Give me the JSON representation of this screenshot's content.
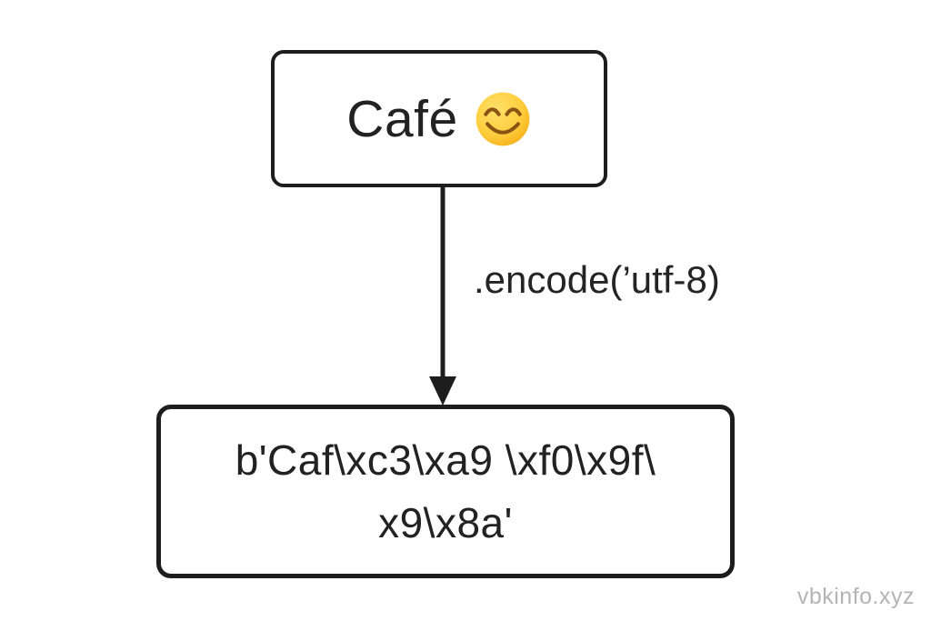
{
  "diagram": {
    "source_node": {
      "text": "Café",
      "emoji_icon": "smiling-face-with-smiling-eyes"
    },
    "arrow": {
      "label": ".encode(’utf-8)",
      "direction": "down"
    },
    "result_node": {
      "line1": "b'Caf\\xc3\\xa9 \\xf0\\x9f\\",
      "line2": "x9\\x8a'"
    }
  },
  "watermark": {
    "text": "vbkinfo.xyz"
  },
  "colors": {
    "background": "#ffffff",
    "box_border": "#1d1d1d",
    "text": "#222222",
    "watermark_gray": "#b4b4b4",
    "emoji_yellow": "#ffc93a",
    "emoji_features": "#8a5514"
  }
}
